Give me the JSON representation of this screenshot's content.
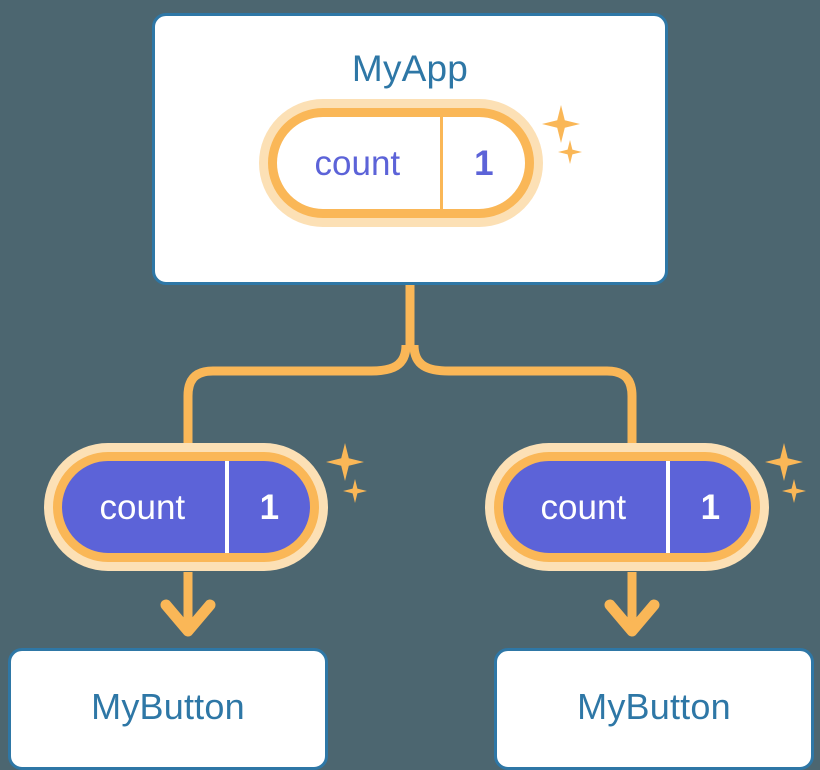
{
  "diagram": {
    "background_color": "#4c6670",
    "accent_orange": "#fab757",
    "accent_orange_light": "#fce0b5",
    "accent_blue": "#2e77a6",
    "accent_purple": "#5c63d8"
  },
  "app_card": {
    "title": "MyApp",
    "state_pill": {
      "key": "count",
      "value": "1",
      "style": "outline",
      "sparkle_large": "sparkle-icon",
      "sparkle_small": "sparkle-icon"
    }
  },
  "children": [
    {
      "state_pill": {
        "key": "count",
        "value": "1",
        "style": "filled",
        "sparkle_large": "sparkle-icon",
        "sparkle_small": "sparkle-icon"
      },
      "card": {
        "title": "MyButton"
      }
    },
    {
      "state_pill": {
        "key": "count",
        "value": "1",
        "style": "filled",
        "sparkle_large": "sparkle-icon",
        "sparkle_small": "sparkle-icon"
      },
      "card": {
        "title": "MyButton"
      }
    }
  ],
  "connectors": {
    "trunk": "vertical-line-from-app-card",
    "fork": "split-to-two-children",
    "arrow_left": "arrow-down-icon",
    "arrow_right": "arrow-down-icon"
  }
}
